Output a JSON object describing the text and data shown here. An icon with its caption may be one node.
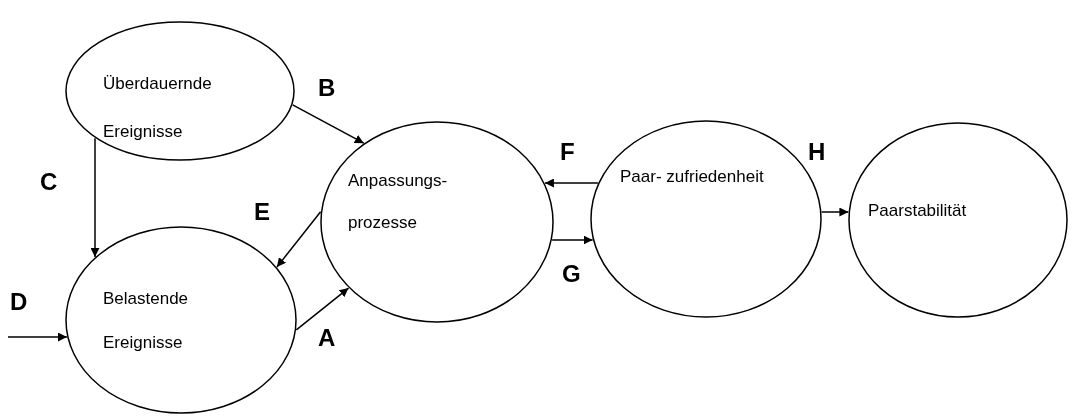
{
  "diagram": {
    "nodes": [
      {
        "text": [
          "Überdauernde Ereignisse"
        ]
      },
      {
        "text": [
          "Belastende Ereignisse"
        ]
      },
      {
        "text": [
          "Anpassungs- prozesse"
        ]
      },
      {
        "text": [
          "Paar- zufriedenheit"
        ]
      },
      {
        "text": [
          "Paarstabilität"
        ]
      }
    ],
    "edges": [
      {
        "from": 0,
        "to": 2,
        "arrow": "to",
        "label": "B"
      },
      {
        "from": 0,
        "to": 1,
        "arrow": "to",
        "label": "C"
      },
      {
        "from": 2,
        "to": 1,
        "arrow": "to",
        "label": "E"
      },
      {
        "from": 1,
        "to": 2,
        "arrow": "to",
        "label": "A"
      },
      {
        "from": 3,
        "to": 2,
        "arrow": "to",
        "label": "F"
      },
      {
        "from": 2,
        "to": 3,
        "arrow": "to",
        "label": "G"
      },
      {
        "from": 3,
        "to": 4,
        "arrow": "to",
        "label": "H"
      },
      {
        "from": null,
        "to": 1,
        "arrow": "to",
        "label": "D"
      }
    ]
  }
}
